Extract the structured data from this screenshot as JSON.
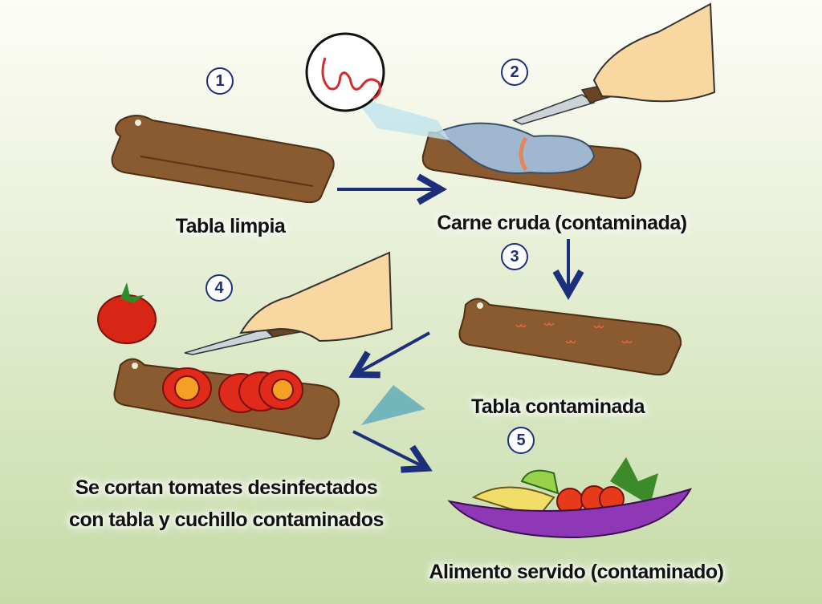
{
  "steps": [
    {
      "number": "1",
      "label": "Tabla limpia"
    },
    {
      "number": "2",
      "label": "Carne cruda (contaminada)"
    },
    {
      "number": "3",
      "label": "Tabla contaminada"
    },
    {
      "number": "4",
      "label_line1": "Se cortan tomates desinfectados",
      "label_line2": "con tabla y cuchillo contaminados"
    },
    {
      "number": "5",
      "label": "Alimento servido (contaminado)"
    }
  ],
  "colors": {
    "arrow": "#1d2f7a",
    "board": "#8a5a30",
    "background_bottom": "#c7dba9"
  }
}
